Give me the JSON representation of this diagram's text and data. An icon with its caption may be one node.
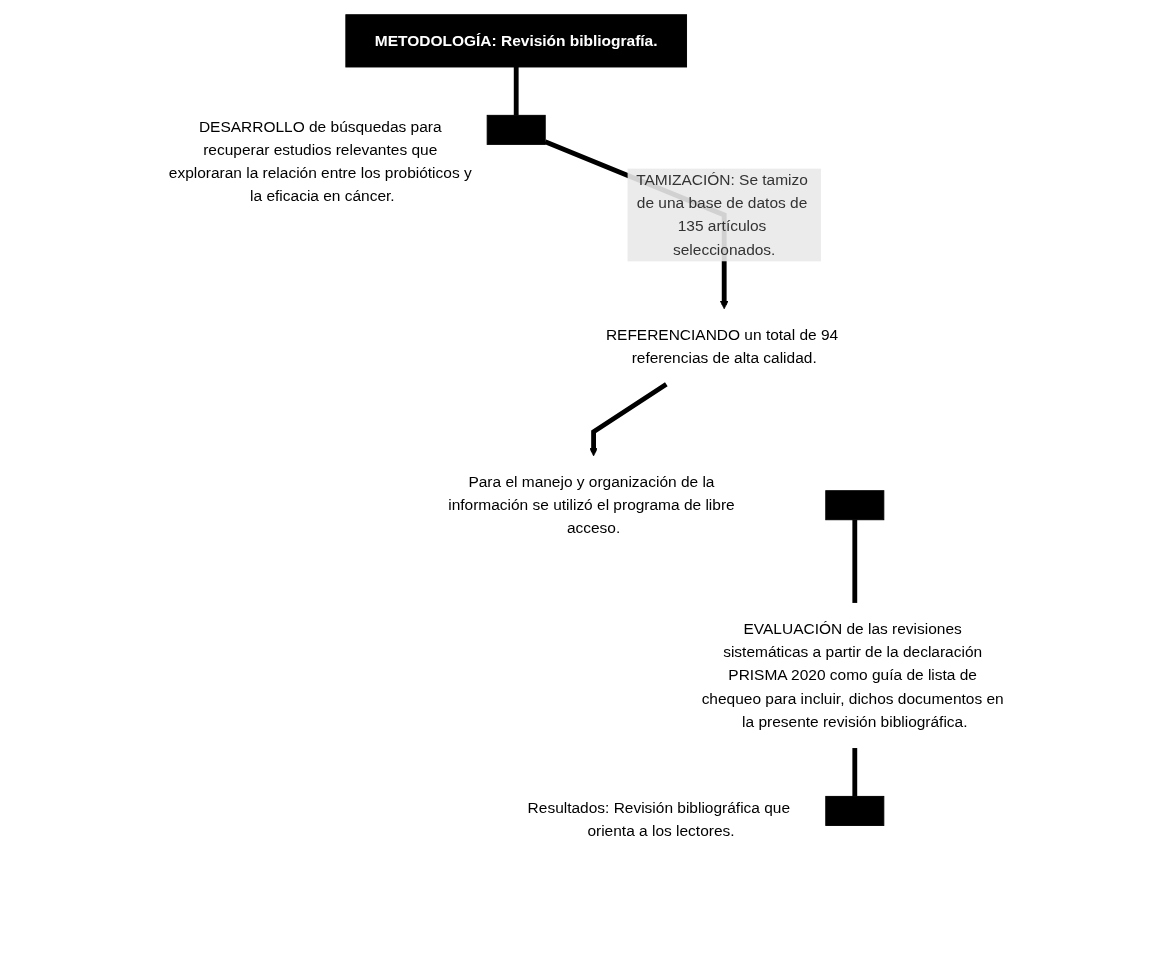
{
  "diagram": {
    "nodes": [
      {
        "text": [
          "METODOLOGÍA: Revisión bibliografía."
        ]
      },
      {
        "text": [],
        "shape": "box",
        "beside": [
          "DESARROLLO de búsquedas para recuperar estudios relevantes que exploraran la relación entre los probióticos y la eficacia en cáncer."
        ]
      },
      {
        "text": [
          "REFERENCIANDO un total de 94 referencias de alta calidad."
        ]
      },
      {
        "text": [
          "Para el manejo y organización de la información se utilizó el programa de libre acceso."
        ]
      },
      {
        "text": [],
        "shape": "box"
      },
      {
        "text": [
          "EVALUACIÓN de las revisiones sistemáticas a partir de la declaración PRISMA 2020 como guía de lista de chequeo para incluir, dichos documentos en la presente revisión bibliográfica."
        ]
      },
      {
        "text": [],
        "shape": "box",
        "beside": [
          "Resultados: Revisión bibliográfica que orienta a los lectores."
        ]
      }
    ],
    "edges": [
      {
        "from": 0,
        "to": 1,
        "arrow": "none"
      },
      {
        "from": 1,
        "to": 2,
        "arrow": "to",
        "label": "TAMIZACIÓN: Se tamizo de una base de datos de 135 artículos seleccionados."
      },
      {
        "from": 2,
        "to": 3,
        "arrow": "to"
      },
      {
        "from": 4,
        "to": 5,
        "arrow": "none"
      },
      {
        "from": 5,
        "to": 6,
        "arrow": "none"
      }
    ]
  }
}
